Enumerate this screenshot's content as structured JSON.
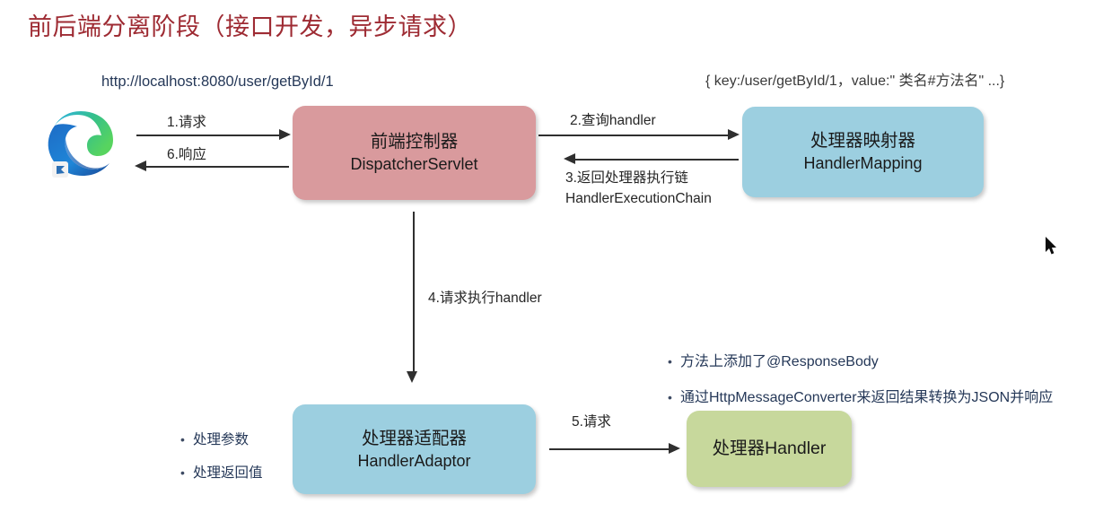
{
  "slide": {
    "title": "前后端分离阶段（接口开发，异步请求）",
    "title_color": "#9e2b33",
    "background": "#ffffff"
  },
  "annotations": {
    "url": "http://localhost:8080/user/getById/1",
    "key_value": "{ key:/user/getById/1，value:\" 类名#方法名\" ...}"
  },
  "nodes": [
    {
      "id": "dispatcher-servlet",
      "cn": "前端控制器",
      "en": "DispatcherServlet",
      "color": "#d99a9d"
    },
    {
      "id": "handler-mapping",
      "cn": "处理器映射器",
      "en": "HandlerMapping",
      "color": "#9ccfe0"
    },
    {
      "id": "handler-adaptor",
      "cn": "处理器适配器",
      "en": "HandlerAdaptor",
      "color": "#9ccfe0"
    },
    {
      "id": "handler",
      "label": "处理器Handler",
      "color": "#c7d89c"
    }
  ],
  "edges": {
    "request": "1.请求",
    "response": "6.响应",
    "query_handler": "2.查询handler",
    "return_chain_line1": "3.返回处理器执行链",
    "return_chain_line2": "HandlerExecutionChain",
    "execute_handler": "4.请求执行handler",
    "request5": "5.请求"
  },
  "bullets_left": [
    "处理参数",
    "处理返回值"
  ],
  "bullets_right": [
    "方法上添加了@ResponseBody",
    "通过HttpMessageConverter来返回结果转换为JSON并响应"
  ],
  "icons": {
    "browser": "edge-browser-icon",
    "cursor": "mouse-cursor"
  }
}
